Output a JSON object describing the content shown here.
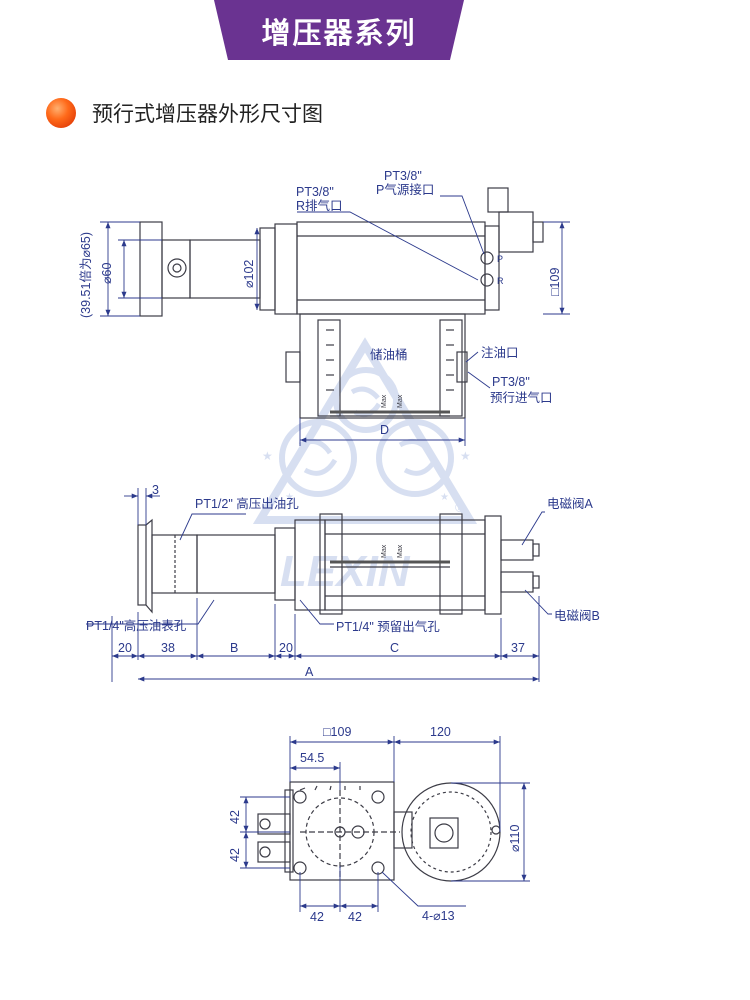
{
  "header": {
    "title": "增压器系列"
  },
  "section": {
    "title": "预行式增压器外形尺寸图"
  },
  "colors": {
    "banner": "#6a3391",
    "line": "#3c3c46",
    "dim": "#2c3a8c",
    "watermark": "#b8c6e6"
  },
  "watermark": {
    "brand": "LEXIN",
    "registered": "®"
  },
  "top_view": {
    "dia_flange": "(39.51倍为⌀65)",
    "dia_60": "⌀60",
    "dia_102": "⌀102",
    "sq_109": "□109",
    "r_port_code": "PT3/8\"",
    "r_port_label": "R排气口",
    "p_port_code": "PT3/8\"",
    "p_port_label": "P气源接口",
    "oil_inlet": "注油口",
    "oil_tank": "储油桶",
    "pre_port_code": "PT3/8\"",
    "pre_port_label": "预行进气口",
    "dim_d": "D",
    "gauge_max": "Max",
    "port_p": "P",
    "port_r": "R"
  },
  "front_view": {
    "dim_3": "3",
    "hp_outlet": "PT1/2\" 高压出油孔",
    "gauge_port": "PT1/4\"高压油表孔",
    "vent_port": "PT1/4\" 预留出气孔",
    "valve_a": "电磁阀A",
    "valve_b": "电磁阀B",
    "dim_20a": "20",
    "dim_38": "38",
    "dim_b": "B",
    "dim_20b": "20",
    "dim_c": "C",
    "dim_37": "37",
    "dim_a": "A",
    "gauge_max": "Max"
  },
  "end_view": {
    "sq_109": "□109",
    "dim_120": "120",
    "dim_54_5": "54.5",
    "dim_42_left_top": "42",
    "dim_42_left_bottom": "42",
    "dia_110": "⌀110",
    "dim_42_bottom_left": "42",
    "dim_42_bottom_right": "42",
    "holes": "4-⌀13"
  }
}
